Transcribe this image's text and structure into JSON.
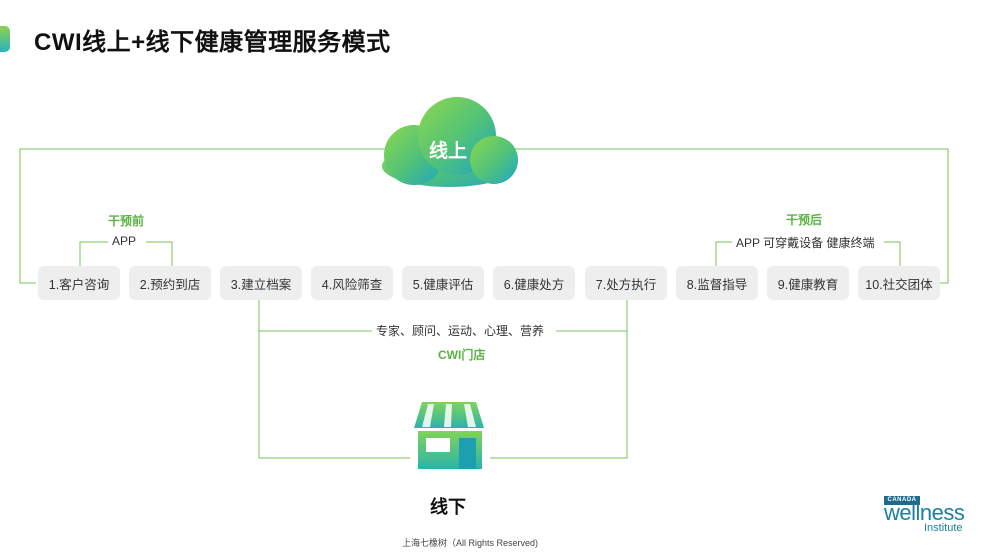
{
  "header": {
    "title": "CWI线上+线下健康管理服务模式"
  },
  "online": {
    "label": "线上"
  },
  "pre_intervention": {
    "title": "干预前",
    "channel": "APP"
  },
  "post_intervention": {
    "title": "干预后",
    "channel": "APP 可穿戴设备 健康终端"
  },
  "steps": [
    {
      "label": "1.客户咨询"
    },
    {
      "label": "2.预约到店"
    },
    {
      "label": "3.建立档案"
    },
    {
      "label": "4.风险筛查"
    },
    {
      "label": "5.健康评估"
    },
    {
      "label": "6.健康处方"
    },
    {
      "label": "7.处方执行"
    },
    {
      "label": "8.监督指导"
    },
    {
      "label": "9.健康教育"
    },
    {
      "label": "10.社交团体"
    }
  ],
  "store": {
    "services": "专家、顾问、运动、心理、营养",
    "name": "CWI门店"
  },
  "offline": {
    "label": "线下"
  },
  "footer": {
    "copyright": "上海七橡树（All Rights Reserved)"
  },
  "logo": {
    "badge": "CANADA",
    "name": "wellness",
    "sub": "Institute"
  },
  "colors": {
    "accent_green": "#5bb245",
    "line_green": "#79c15a",
    "step_bg": "#eeeeee",
    "logo_blue": "#1e7fa0"
  }
}
